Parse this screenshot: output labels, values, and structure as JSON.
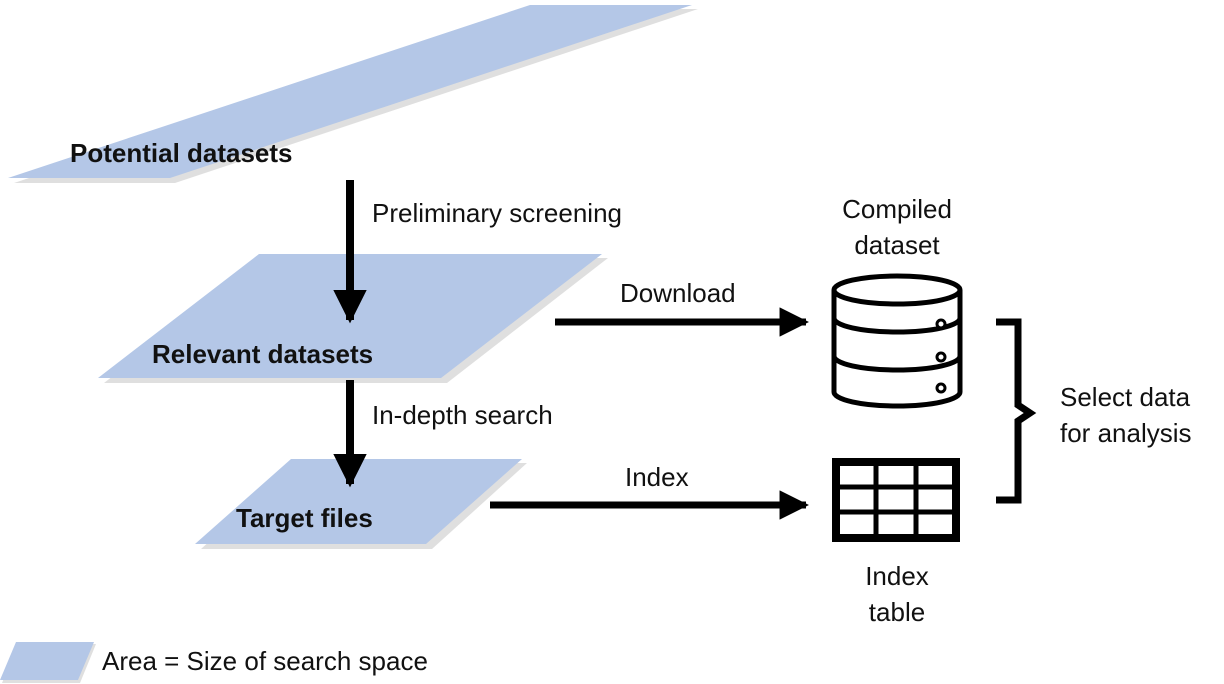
{
  "colors": {
    "stage_fill": "#b4c7e7",
    "stage_shadow": "#c9c9c9",
    "ink": "#000000"
  },
  "stages": [
    {
      "name": "potential",
      "label": "Potential datasets"
    },
    {
      "name": "relevant",
      "label": "Relevant datasets"
    },
    {
      "name": "target",
      "label": "Target files"
    }
  ],
  "steps": {
    "preliminary": "Preliminary screening",
    "indepth": "In-depth search",
    "download": "Download",
    "index": "Index"
  },
  "outputs": {
    "compiled_line1": "Compiled",
    "compiled_line2": "dataset",
    "table_line1": "Index",
    "table_line2": "table"
  },
  "select": {
    "line1": "Select data",
    "line2": "for analysis"
  },
  "legend": {
    "label": "Area = Size of search space"
  }
}
